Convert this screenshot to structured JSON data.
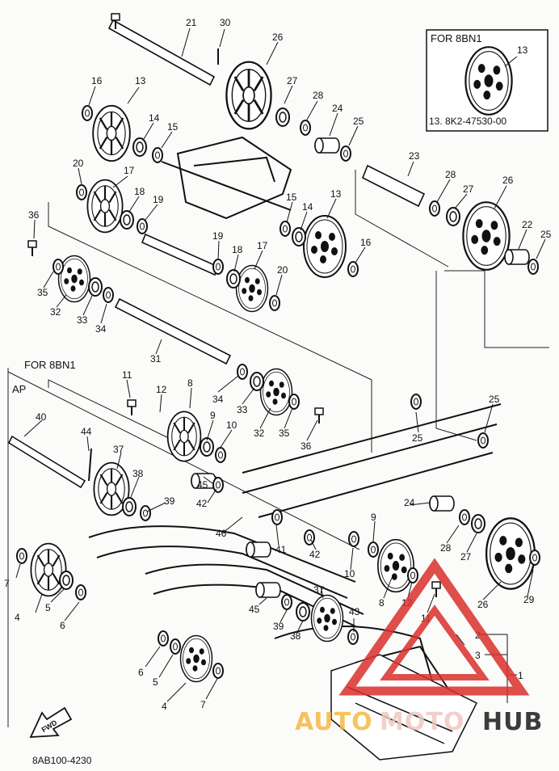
{
  "diagram": {
    "figure_code": "8AB100-4230",
    "inset": {
      "title": "FOR 8BN1",
      "part_label": "13",
      "part_number": "13. 8K2-47530-00"
    },
    "variant_note": "FOR 8BN1",
    "variant_code": "AP",
    "front_arrow_text": "FWD",
    "watermark": {
      "text_a": "AUTO",
      "text_b": "MOTO",
      "text_c": "HUB",
      "color_a": "#f5b942",
      "color_b": "#f0c8c0",
      "color_c": "#1a1a1a",
      "triangle_color": "#d9302c"
    },
    "callouts": [
      "1",
      "2",
      "3",
      "4",
      "5",
      "6",
      "7",
      "8",
      "9",
      "10",
      "11",
      "12",
      "13",
      "14",
      "15",
      "16",
      "17",
      "18",
      "19",
      "20",
      "21",
      "22",
      "23",
      "24",
      "25",
      "26",
      "27",
      "28",
      "29",
      "30",
      "31",
      "32",
      "33",
      "34",
      "35",
      "36",
      "37",
      "38",
      "39",
      "40",
      "41",
      "42",
      "43",
      "44",
      "45",
      "46"
    ]
  }
}
